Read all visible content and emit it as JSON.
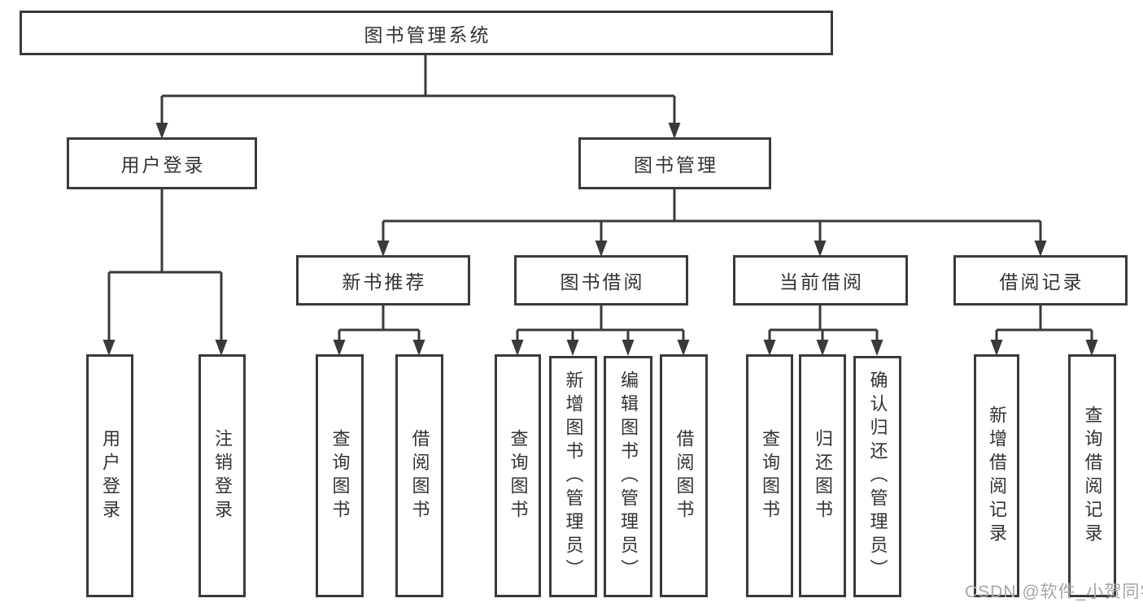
{
  "tree": {
    "label": "图书管理系统",
    "children": [
      {
        "label": "用户登录",
        "children": [
          {
            "label": "用户登录"
          },
          {
            "label": "注销登录"
          }
        ]
      },
      {
        "label": "图书管理",
        "children": [
          {
            "label": "新书推荐",
            "children": [
              {
                "label": "查询图书"
              },
              {
                "label": "借阅图书"
              }
            ]
          },
          {
            "label": "图书借阅",
            "children": [
              {
                "label": "查询图书"
              },
              {
                "label": "新增图书（管理员）"
              },
              {
                "label": "编辑图书（管理员）"
              },
              {
                "label": "借阅图书"
              }
            ]
          },
          {
            "label": "当前借阅",
            "children": [
              {
                "label": "查询图书"
              },
              {
                "label": "归还图书"
              },
              {
                "label": "确认归还（管理员）"
              }
            ]
          },
          {
            "label": "借阅记录",
            "children": [
              {
                "label": "新增借阅记录"
              },
              {
                "label": "查询借阅记录"
              }
            ]
          }
        ]
      }
    ]
  },
  "watermark": "CSDN @软件_小贺同学",
  "colors": {
    "line": "#3a3a3a",
    "text": "#333333",
    "watermark": "#a5a5a5",
    "background": "#ffffff"
  }
}
